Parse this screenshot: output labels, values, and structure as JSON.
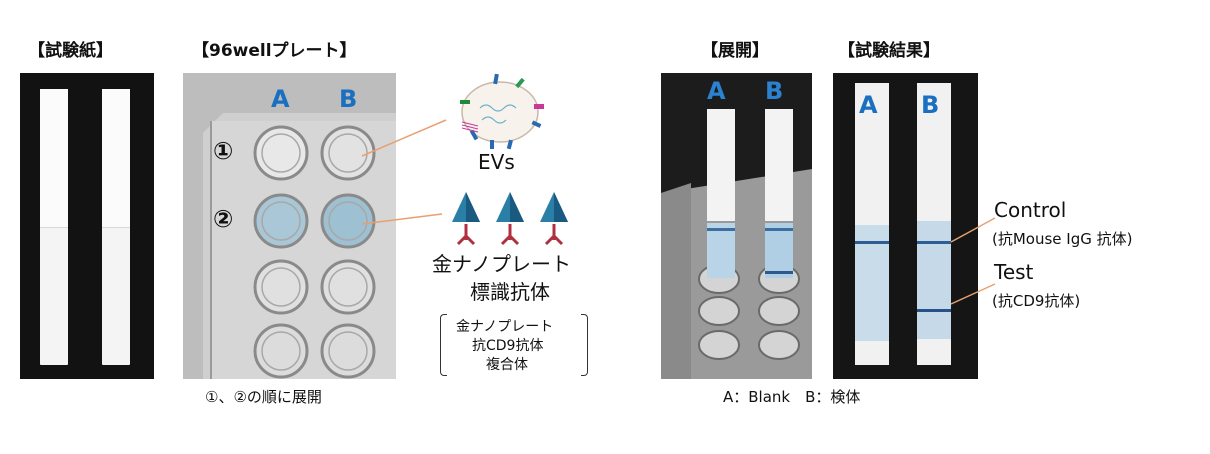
{
  "titles": {
    "paper": "【試験紙】",
    "plate": "【96wellプレート】",
    "develop": "【展開】",
    "result": "【試験結果】"
  },
  "plate": {
    "col_a": "A",
    "col_b": "B",
    "row1": "①",
    "row2": "②",
    "caption": "①、②の順に展開"
  },
  "evs_label": "EVs",
  "gold": {
    "line1": "金ナノプレート",
    "line2": "標識抗体",
    "bracket_line1": "金ナノプレート",
    "bracket_line2": "抗CD9抗体",
    "bracket_line3": "複合体"
  },
  "develop": {
    "a": "A",
    "b": "B",
    "caption": "A：Blank　B：検体"
  },
  "result": {
    "a": "A",
    "b": "B",
    "control_label": "Control",
    "control_sub": "(抗Mouse IgG 抗体)",
    "test_label": "Test",
    "test_sub": "(抗CD9抗体)"
  },
  "colors": {
    "label_blue": "#1b6fc0",
    "callout_line": "#e8a070",
    "antibody_red": "#b03040",
    "tip_blue": "#2a7fa6"
  }
}
